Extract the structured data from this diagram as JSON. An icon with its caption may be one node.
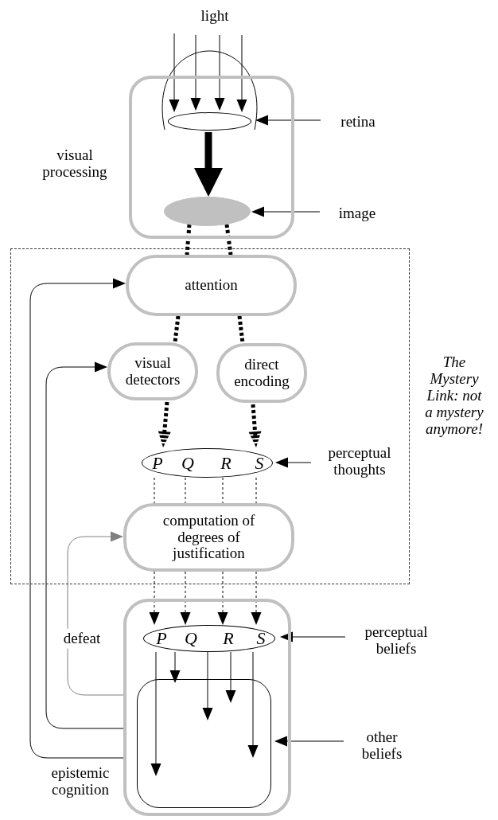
{
  "diagram": {
    "nodes": [
      {
        "text": [
          "visual processing"
        ]
      },
      {
        "text": [
          "light"
        ]
      },
      {
        "text": [],
        "shape": "ellipse",
        "in": 0
      },
      {
        "text": [
          "retina"
        ]
      },
      {
        "text": [],
        "shape": "ellipse",
        "in": 0
      },
      {
        "text": [
          "image"
        ]
      },
      {
        "text": [
          "The Mystery Link: not a mystery anymore!"
        ]
      },
      {
        "text": [
          "attention"
        ],
        "in": 6
      },
      {
        "text": [
          "visual detectors"
        ],
        "in": 6
      },
      {
        "text": [
          "direct encoding"
        ],
        "in": 6
      },
      {
        "text": [
          "P",
          "Q",
          "R",
          "S"
        ],
        "in": 6
      },
      {
        "text": [
          "perceptual thoughts"
        ],
        "in": 6
      },
      {
        "text": [
          "computation of degrees of justification"
        ],
        "in": 6
      },
      {
        "text": [
          "epistemic cognition"
        ]
      },
      {
        "text": [
          "P",
          "Q",
          "R",
          "S"
        ],
        "in": 13
      },
      {
        "text": [
          "perceptual beliefs"
        ]
      },
      {
        "text": [],
        "shape": "box",
        "in": 13
      },
      {
        "text": [
          "other beliefs"
        ]
      }
    ],
    "edges": [
      {
        "from": 1,
        "to": 2,
        "arrow": "to"
      },
      {
        "from": 1,
        "to": 2,
        "arrow": "to"
      },
      {
        "from": 1,
        "to": 2,
        "arrow": "to"
      },
      {
        "from": 1,
        "to": 2,
        "arrow": "to"
      },
      {
        "from": 3,
        "to": 2,
        "arrow": "to"
      },
      {
        "from": 2,
        "to": 4,
        "arrow": "to",
        "style": "thick"
      },
      {
        "from": 5,
        "to": 4,
        "arrow": "to"
      },
      {
        "from": 4,
        "to": 7,
        "arrow": "none",
        "style": "dashed"
      },
      {
        "from": 4,
        "to": 7,
        "arrow": "none",
        "style": "dashed"
      },
      {
        "from": 7,
        "to": 8,
        "arrow": "none",
        "style": "dashed"
      },
      {
        "from": 7,
        "to": 9,
        "arrow": "none",
        "style": "dashed"
      },
      {
        "from": 8,
        "to": 10,
        "arrow": "to",
        "style": "dashed"
      },
      {
        "from": 9,
        "to": 10,
        "arrow": "to",
        "style": "dashed"
      },
      {
        "from": 11,
        "to": 10,
        "arrow": "to"
      },
      {
        "from": 10,
        "to": 12,
        "arrow": "none",
        "style": "dashed"
      },
      {
        "from": 10,
        "to": 12,
        "arrow": "none",
        "style": "dashed"
      },
      {
        "from": 10,
        "to": 12,
        "arrow": "none",
        "style": "dashed"
      },
      {
        "from": 10,
        "to": 12,
        "arrow": "none",
        "style": "dashed"
      },
      {
        "from": 12,
        "to": 14,
        "arrow": "to",
        "style": "dashed"
      },
      {
        "from": 12,
        "to": 14,
        "arrow": "to",
        "style": "dashed"
      },
      {
        "from": 12,
        "to": 14,
        "arrow": "to",
        "style": "dashed"
      },
      {
        "from": 12,
        "to": 14,
        "arrow": "to",
        "style": "dashed"
      },
      {
        "from": 14,
        "to": 16,
        "arrow": "to"
      },
      {
        "from": 14,
        "to": 16,
        "arrow": "to"
      },
      {
        "from": 14,
        "to": 16,
        "arrow": "to"
      },
      {
        "from": 14,
        "to": 16,
        "arrow": "to"
      },
      {
        "from": 14,
        "to": 16,
        "arrow": "to"
      },
      {
        "from": 15,
        "to": 14,
        "arrow": "to"
      },
      {
        "from": 17,
        "to": 16,
        "arrow": "to"
      },
      {
        "from": 13,
        "to": 7,
        "arrow": "to"
      },
      {
        "from": 13,
        "to": 8,
        "arrow": "to"
      },
      {
        "from": 13,
        "to": 12,
        "arrow": "to",
        "label": "defeat",
        "color": "#808080"
      }
    ]
  }
}
